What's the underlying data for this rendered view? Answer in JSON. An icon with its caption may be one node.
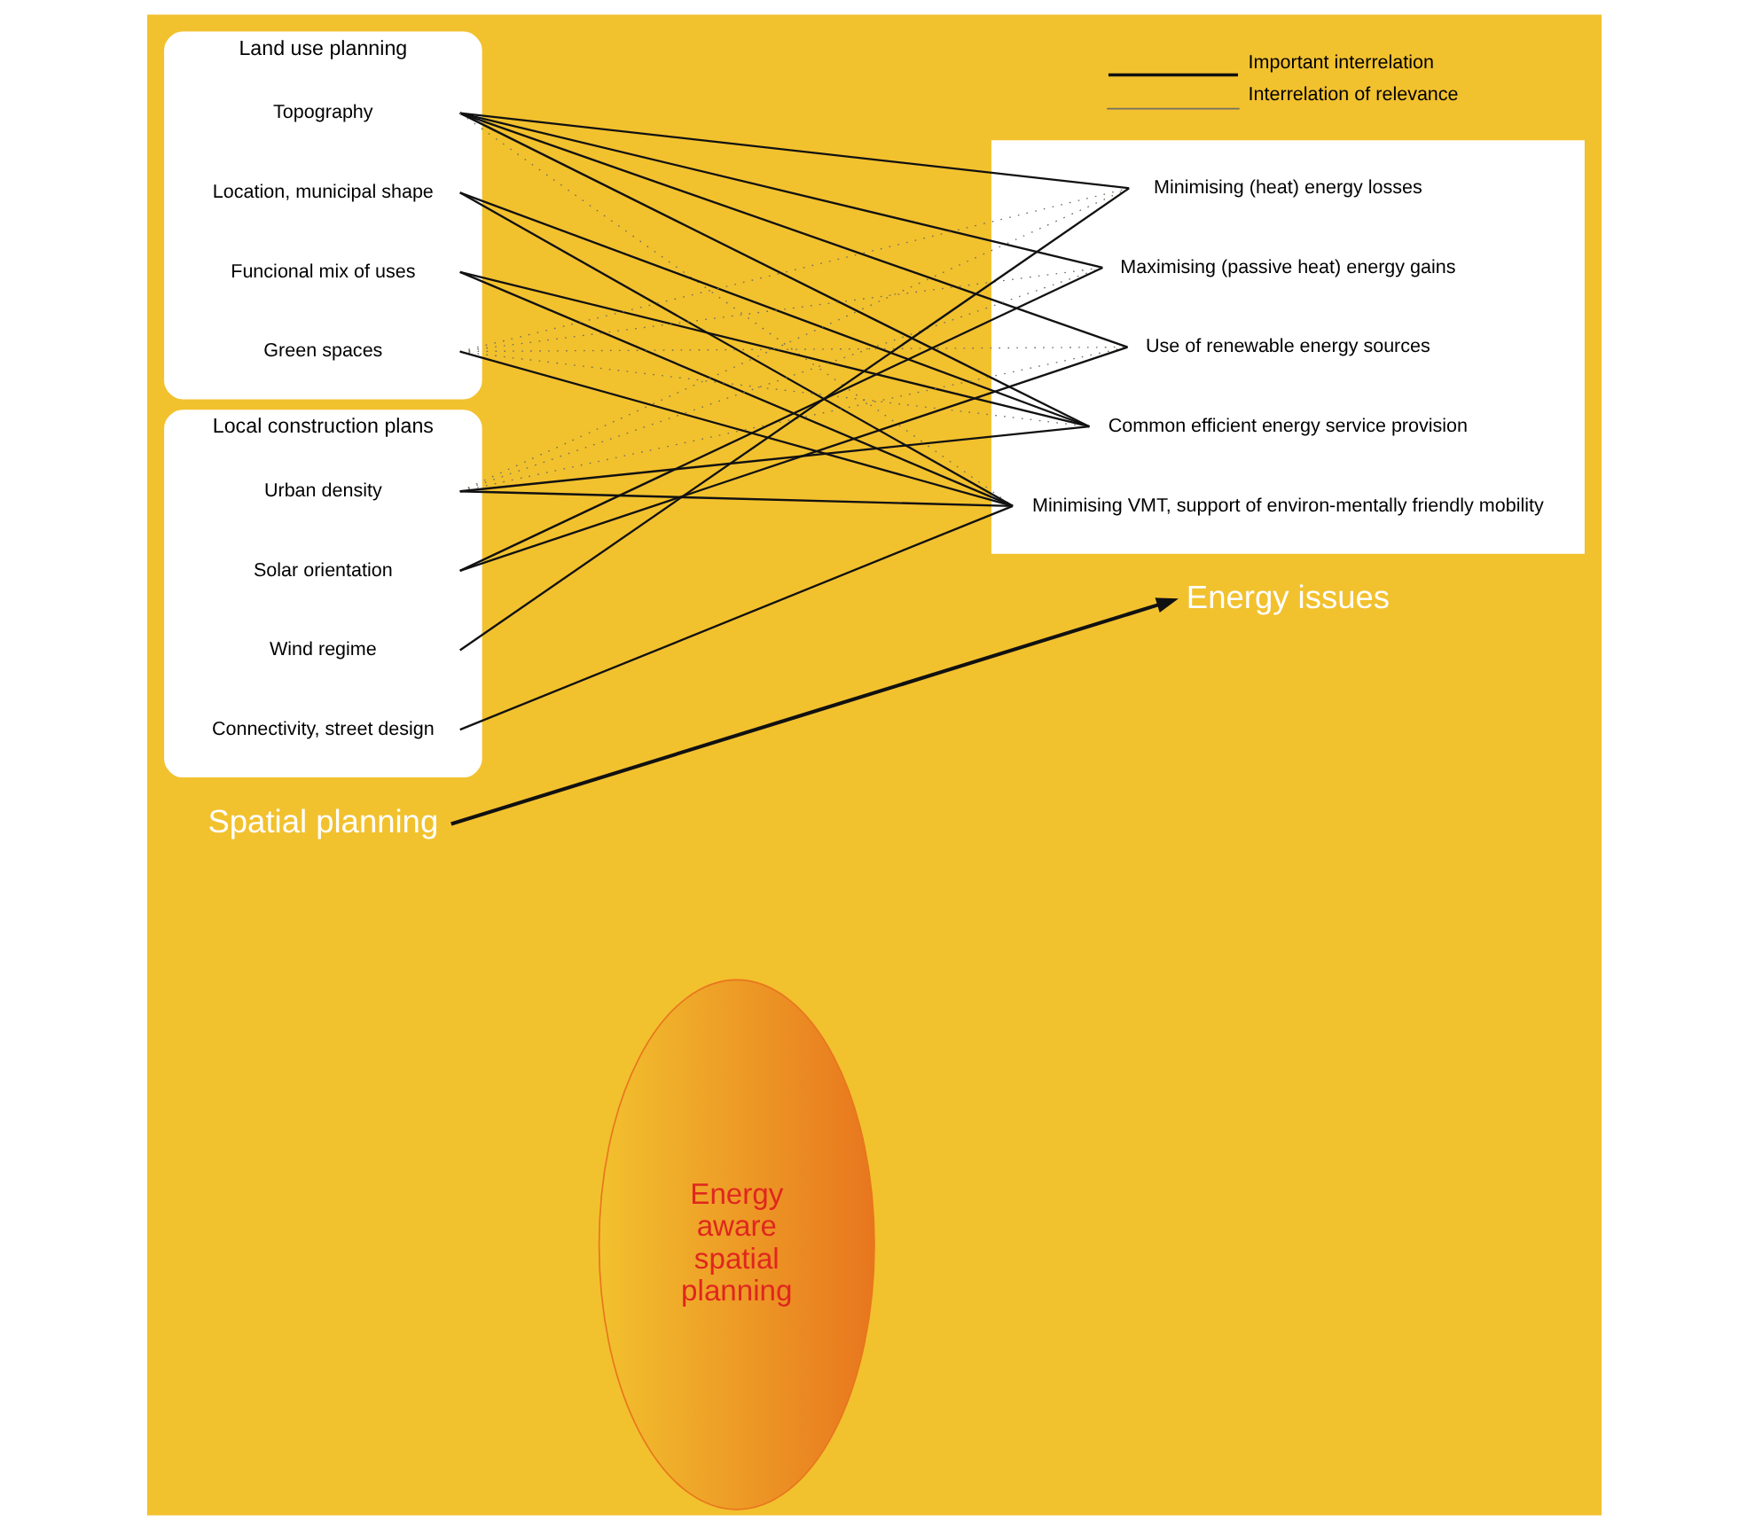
{
  "diagram": {
    "nodes": [
      {
        "text": [
          "Spatial planning"
        ]
      },
      {
        "text": [
          "Energy issues"
        ]
      },
      {
        "text": [
          "Land use planning"
        ]
      },
      {
        "text": [
          "Topography"
        ],
        "in": 2
      },
      {
        "text": [
          "Location, municipal shape"
        ],
        "in": 2
      },
      {
        "text": [
          "Funcional mix of uses"
        ],
        "in": 2
      },
      {
        "text": [
          "Green spaces"
        ],
        "in": 2
      },
      {
        "text": [
          "Local construction plans"
        ]
      },
      {
        "text": [
          "Urban density"
        ],
        "in": 7
      },
      {
        "text": [
          "Solar orientation"
        ],
        "in": 7
      },
      {
        "text": [
          "Wind regime"
        ],
        "in": 7
      },
      {
        "text": [
          "Connectivity, street design"
        ],
        "in": 7
      },
      {
        "text": [],
        "shape": "box"
      },
      {
        "text": [
          "Minimising (heat) energy losses"
        ],
        "in": 12
      },
      {
        "text": [
          "Maximising (passive heat) energy gains"
        ],
        "in": 12
      },
      {
        "text": [
          "Use of renewable energy sources"
        ],
        "in": 12
      },
      {
        "text": [
          "Common efficient energy service provision"
        ],
        "in": 12
      },
      {
        "text": [
          "Minimising VMT, support of environ-mentally friendly mobility"
        ],
        "in": 12
      },
      {
        "text": [
          "Energy aware spatial planning"
        ]
      }
    ],
    "edges": [
      {
        "from": 0,
        "to": 1,
        "arrow": "to"
      },
      {
        "from": 3,
        "to": 13,
        "arrow": "none"
      },
      {
        "from": 3,
        "to": 14,
        "arrow": "none"
      },
      {
        "from": 3,
        "to": 15,
        "arrow": "none"
      },
      {
        "from": 3,
        "to": 16,
        "arrow": "none"
      },
      {
        "from": 3,
        "to": 17,
        "arrow": "none",
        "style": "dashed",
        "color": "#707060"
      },
      {
        "from": 4,
        "to": 16,
        "arrow": "none"
      },
      {
        "from": 4,
        "to": 17,
        "arrow": "none"
      },
      {
        "from": 5,
        "to": 16,
        "arrow": "none"
      },
      {
        "from": 5,
        "to": 17,
        "arrow": "none"
      },
      {
        "from": 6,
        "to": 13,
        "arrow": "none",
        "style": "dashed",
        "color": "#707060"
      },
      {
        "from": 6,
        "to": 14,
        "arrow": "none",
        "style": "dashed",
        "color": "#707060"
      },
      {
        "from": 6,
        "to": 15,
        "arrow": "none",
        "style": "dashed",
        "color": "#707060"
      },
      {
        "from": 6,
        "to": 16,
        "arrow": "none",
        "style": "dashed",
        "color": "#707060"
      },
      {
        "from": 6,
        "to": 17,
        "arrow": "none"
      },
      {
        "from": 8,
        "to": 13,
        "arrow": "none",
        "style": "dashed",
        "color": "#707060"
      },
      {
        "from": 8,
        "to": 14,
        "arrow": "none",
        "style": "dashed",
        "color": "#707060"
      },
      {
        "from": 8,
        "to": 15,
        "arrow": "none",
        "style": "dashed",
        "color": "#707060"
      },
      {
        "from": 8,
        "to": 16,
        "arrow": "none"
      },
      {
        "from": 8,
        "to": 17,
        "arrow": "none"
      },
      {
        "from": 9,
        "to": 14,
        "arrow": "none"
      },
      {
        "from": 9,
        "to": 15,
        "arrow": "none"
      },
      {
        "from": 10,
        "to": 13,
        "arrow": "none"
      },
      {
        "from": 11,
        "to": 17,
        "arrow": "none"
      }
    ],
    "legend": [
      {
        "text": "Important interrelation"
      },
      {
        "text": "Interrelation of relevance"
      }
    ]
  }
}
